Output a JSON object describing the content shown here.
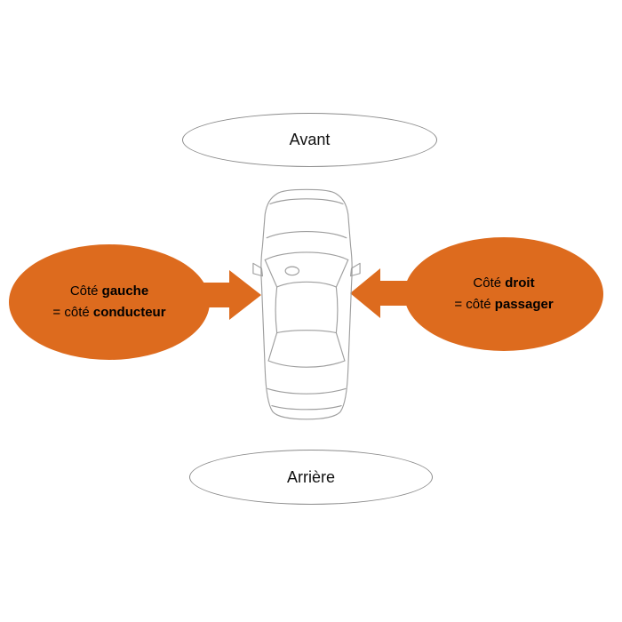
{
  "diagram": {
    "front_label": "Avant",
    "rear_label": "Arrière",
    "left_bubble": {
      "line1_normal": "Côté ",
      "line1_bold": "gauche",
      "line2_normal": "= côté ",
      "line2_bold": "conducteur"
    },
    "right_bubble": {
      "line1_normal": "Côté ",
      "line1_bold": "droit",
      "line2_normal": "= côté ",
      "line2_bold": "passager"
    },
    "colors": {
      "bubble_orange": "#dd6b1e",
      "ellipse_border": "#8c8c8c",
      "car_line": "#9e9e9e",
      "text": "#000000"
    }
  }
}
